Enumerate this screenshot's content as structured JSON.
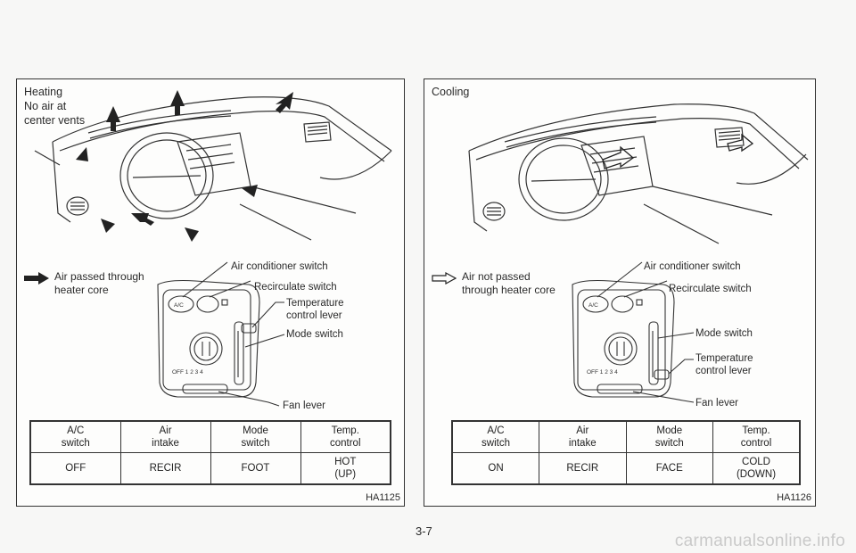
{
  "left": {
    "title": [
      "Heating",
      "No air at",
      "center vents"
    ],
    "air_note": [
      "Air passed through",
      "heater core"
    ],
    "callouts": {
      "ac_switch": "Air conditioner switch",
      "recirculate": "Recirculate switch",
      "temperature": [
        "Temperature",
        "control lever"
      ],
      "mode": "Mode switch",
      "fan": "Fan lever"
    },
    "panel_text": {
      "ac": "A/C",
      "fan_scale": "OFF 1 2 3 4"
    },
    "table": {
      "headers": [
        [
          "A/C",
          "switch"
        ],
        [
          "Air",
          "intake"
        ],
        [
          "Mode",
          "switch"
        ],
        [
          "Temp.",
          "control"
        ]
      ],
      "values": [
        [
          "OFF"
        ],
        [
          "RECIR"
        ],
        [
          "FOOT"
        ],
        [
          "HOT",
          "(UP)"
        ]
      ]
    },
    "code": "HA1125"
  },
  "right": {
    "title": [
      "Cooling"
    ],
    "air_note": [
      "Air not passed",
      "through heater core"
    ],
    "callouts": {
      "ac_switch": "Air conditioner switch",
      "recirculate": "Recirculate switch",
      "mode": "Mode switch",
      "temperature": [
        "Temperature",
        "control lever"
      ],
      "fan": "Fan lever"
    },
    "panel_text": {
      "ac": "A/C",
      "fan_scale": "OFF 1 2 3 4"
    },
    "table": {
      "headers": [
        [
          "A/C",
          "switch"
        ],
        [
          "Air",
          "intake"
        ],
        [
          "Mode",
          "switch"
        ],
        [
          "Temp.",
          "control"
        ]
      ],
      "values": [
        [
          "ON"
        ],
        [
          "RECIR"
        ],
        [
          "FACE"
        ],
        [
          "COLD",
          "(DOWN)"
        ]
      ]
    },
    "code": "HA1126"
  },
  "page_number": "3-7",
  "watermark": "carmanualsonline.info"
}
